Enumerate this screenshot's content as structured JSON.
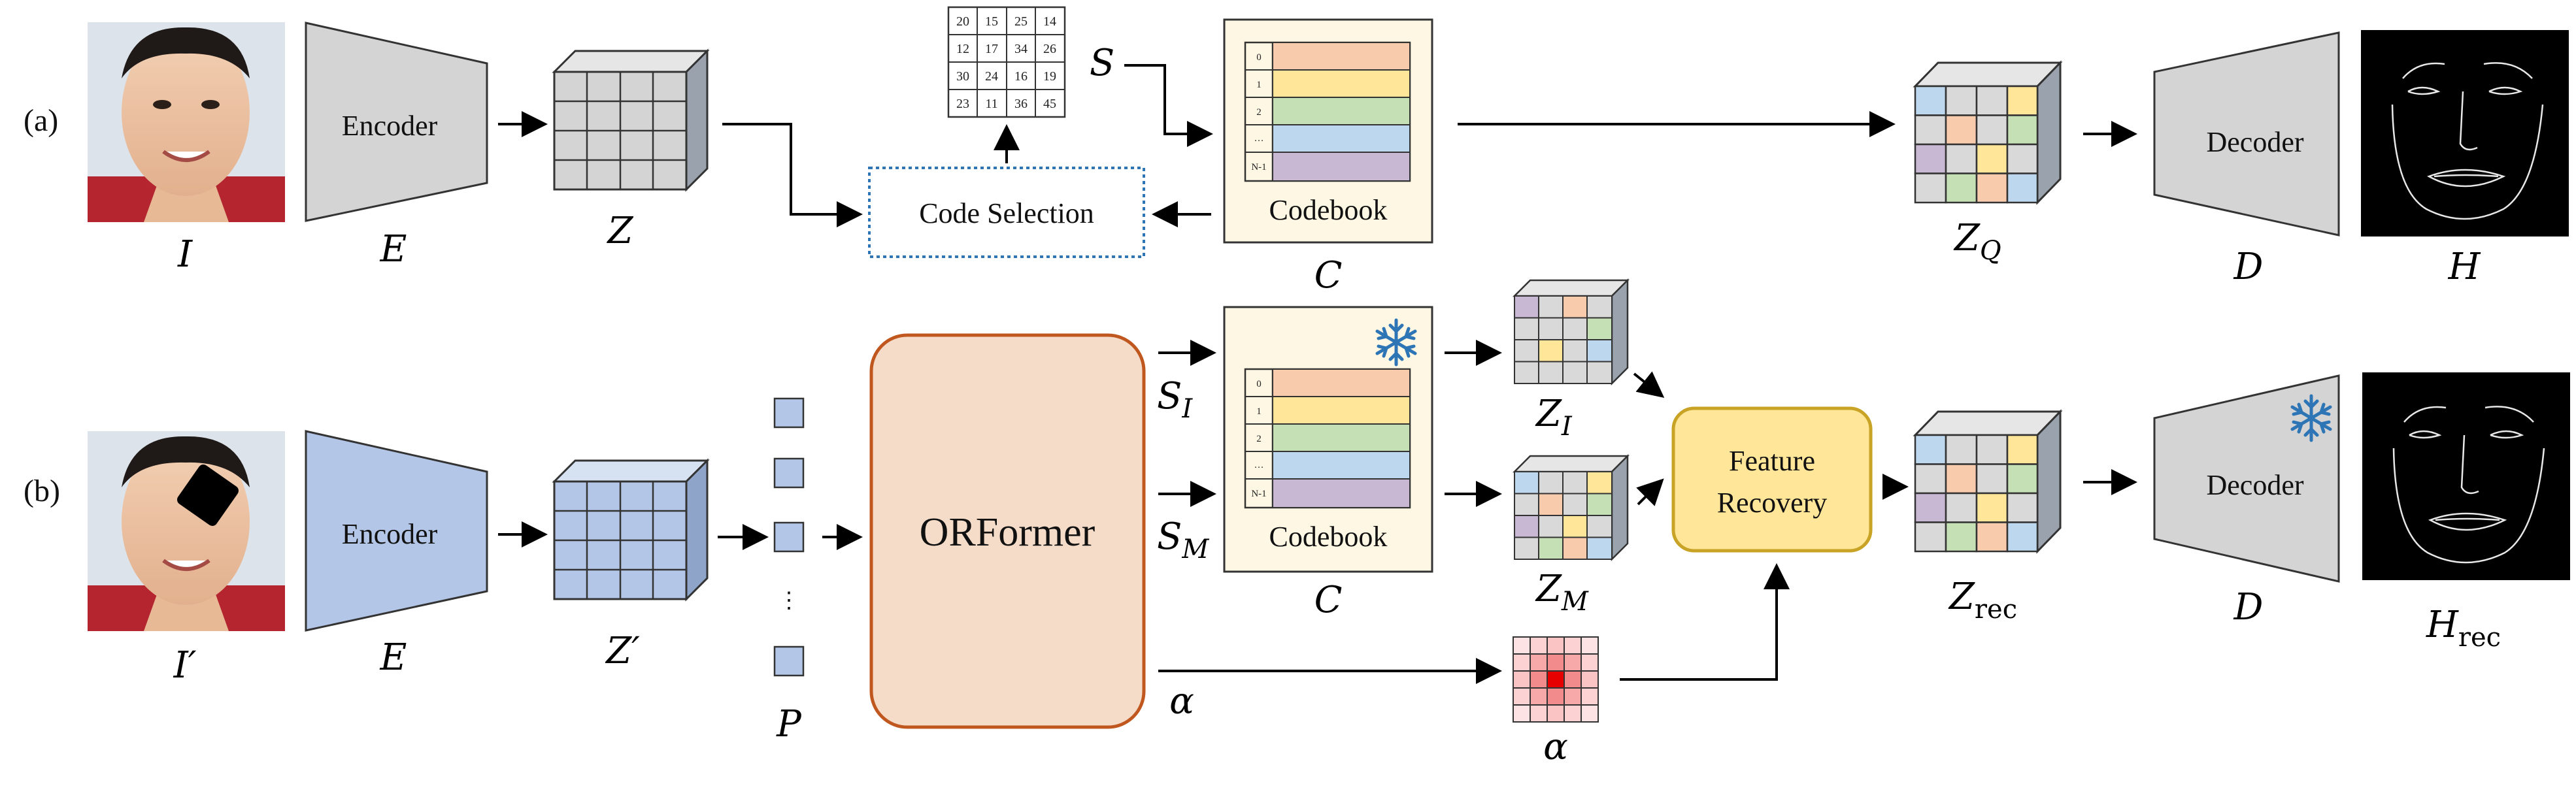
{
  "labels": {
    "a": "(a)",
    "b": "(b)",
    "I": "I",
    "E": "E",
    "Z": "Z",
    "S": "S",
    "C": "C",
    "ZQ_main": "Z",
    "ZQ_sub": "Q",
    "D": "D",
    "H": "H",
    "Iprime": "I′",
    "Eb": "E",
    "Zprime": "Z′",
    "P": "P",
    "SI_main": "S",
    "SI_sub": "I",
    "SM_main": "S",
    "SM_sub": "M",
    "Cb": "C",
    "ZI_main": "Z",
    "ZI_sub": "I",
    "ZM_main": "Z",
    "ZM_sub": "M",
    "alpha_arrow": "α",
    "alpha_map": "α",
    "Zrec_main": "Z",
    "Zrec_sub": "rec",
    "Db": "D",
    "Hrec_main": "H",
    "Hrec_sub": "rec"
  },
  "blocks": {
    "encoder_a": "Encoder",
    "encoder_b": "Encoder",
    "decoder_a": "Decoder",
    "decoder_b": "Decoder",
    "code_selection": "Code Selection",
    "codebook_a": "Codebook",
    "codebook_b": "Codebook",
    "orformer": "ORFormer",
    "feature_recovery_1": "Feature",
    "feature_recovery_2": "Recovery"
  },
  "codebook_rows": [
    "0",
    "1",
    "2",
    "…",
    "N-1"
  ],
  "index_grid": [
    [
      "20",
      "15",
      "25",
      "14"
    ],
    [
      "12",
      "17",
      "34",
      "26"
    ],
    [
      "30",
      "24",
      "16",
      "19"
    ],
    [
      "23",
      "11",
      "36",
      "45"
    ]
  ],
  "patch_dots": "⋮",
  "colors": {
    "encoder_a": "#d4d4d4",
    "encoder_b": "#b4c6e7",
    "orformer": "#f4dcc9",
    "orformer_border": "#c0571f",
    "feature_recovery": "#ffe699",
    "feature_recovery_border": "#c8a325",
    "codebook_bg": "#fdf7e3",
    "row_orange": "#f8cbad",
    "row_yellow": "#ffe699",
    "row_green": "#c5e0b4",
    "row_blue": "#bdd7ee",
    "row_purple": "#c9b8d4",
    "code_selection_border": "#2e75b6",
    "snowflake": "#2e75b6",
    "attention_peak": "#e60000"
  }
}
